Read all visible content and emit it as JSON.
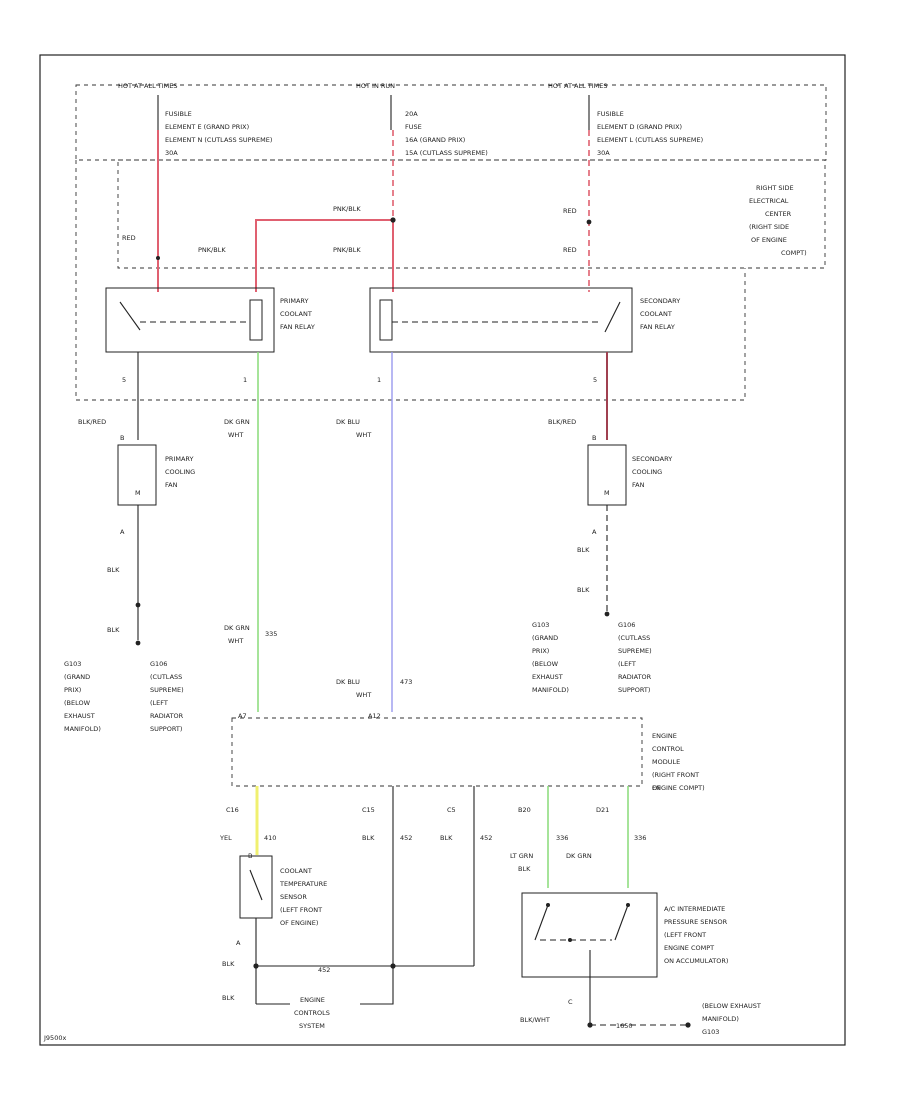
{
  "diagram": {
    "colors": {
      "red": "#e06070",
      "dk_grn": "#90dd80",
      "dk_blu": "#9999ee",
      "yel": "#f0f070",
      "blk_red": "#a04050",
      "blk": "#222222"
    },
    "fuse_block": {
      "hot_left": "HOT AT ALL TIMES",
      "hot_mid": "HOT IN RUN",
      "hot_right": "HOT AT ALL TIMES",
      "fusible_left": [
        "FUSIBLE",
        "ELEMENT E (GRAND PRIX)",
        "ELEMENT N (CUTLASS SUPREME)",
        "30A"
      ],
      "fuse_mid": [
        "20A",
        "FUSE",
        "16A (GRAND PRIX)",
        "15A (CUTLASS SUPREME)"
      ],
      "fusible_right": [
        "FUSIBLE",
        "ELEMENT D (GRAND PRIX)",
        "ELEMENT L (CUTLASS SUPREME)",
        "30A"
      ],
      "center_label": [
        "RIGHT SIDE",
        "ELECTRICAL",
        "CENTER",
        "(RIGHT SIDE",
        "OF ENGINE",
        "COMPT)"
      ]
    },
    "wire_labels": {
      "red_left": "RED",
      "pnk_blk_top": "PNK/BLK",
      "pnk_blk_left": "PNK/BLK",
      "pnk_blk_mid": "PNK/BLK",
      "red_right_top": "RED",
      "red_right_bottom": "RED"
    },
    "relays": {
      "primary": [
        "PRIMARY",
        "COOLANT",
        "FAN RELAY"
      ],
      "secondary": [
        "SECONDARY",
        "COOLANT",
        "FAN RELAY"
      ],
      "pin_primary_left": "5",
      "pin_primary_right": "1",
      "pin_secondary_left": "1",
      "pin_secondary_right": "5"
    },
    "fans": {
      "primary": [
        "PRIMARY",
        "COOLING",
        "FAN"
      ],
      "secondary": [
        "SECONDARY",
        "COOLING",
        "FAN"
      ],
      "primary_wire": "BLK/RED",
      "secondary_wire": "BLK/RED",
      "pin_b": "B",
      "pin_a": "A"
    },
    "wires_mid": {
      "dk_grn_top": [
        "DK GRN",
        "WHT"
      ],
      "dk_blu_top": [
        "DK BLU",
        "WHT"
      ],
      "blk_1": "BLK",
      "blk_2": "BLK",
      "blk_3": "BLK",
      "blk_4": "BLK",
      "dk_grn_bottom": [
        "DK GRN",
        "WHT"
      ],
      "circuit_335": "335",
      "dk_blu_bottom": [
        "DK BLU",
        "WHT"
      ],
      "circuit_473": "473"
    },
    "grounds": {
      "left": [
        "G103",
        "(GRAND",
        "PRIX)",
        "(BELOW",
        "EXHAUST",
        "MANIFOLD)"
      ],
      "left2": [
        "G106",
        "(CUTLASS",
        "SUPREME)",
        "(LEFT",
        "RADIATOR",
        "SUPPORT)"
      ],
      "right": [
        "G103",
        "(GRAND",
        "PRIX)",
        "(BELOW",
        "EXHAUST",
        "MANIFOLD)"
      ],
      "right2": [
        "G106",
        "(CUTLASS",
        "SUPREME)",
        "(LEFT",
        "RADIATOR",
        "SUPPORT)"
      ]
    },
    "ecm": {
      "label": [
        "ENGINE",
        "CONTROL",
        "MODULE",
        "(RIGHT FRONT",
        "OF",
        "ENGINE COMPT)"
      ],
      "pin_a": "A7",
      "pin_b": "A12",
      "pins_bottom": [
        "C16",
        "C15",
        "C5",
        "B20",
        "D21"
      ],
      "circuits": [
        "410",
        "452",
        "452",
        "336",
        "336"
      ]
    },
    "sensors": {
      "coolant": [
        "COOLANT",
        "TEMPERATURE",
        "SENSOR",
        "(LEFT FRONT",
        "OF ENGINE)"
      ],
      "coolant_pin_b": "B",
      "coolant_pin_a": "A",
      "ac": [
        "A/C INTERMEDIATE",
        "PRESSURE SENSOR",
        "(LEFT FRONT",
        "ENGINE COMPT",
        "ON ACCUMULATOR)"
      ],
      "ac_pin_c": "C"
    },
    "bottom": {
      "yel": "YEL",
      "blk_a": "BLK",
      "blk_b": "BLK",
      "blk_c": "BLK",
      "lt_grn": [
        "LT GRN",
        "BLK"
      ],
      "dk_grn": "DK GRN",
      "bus": "452",
      "engine_controls": [
        "ENGINE",
        "CONTROLS",
        "SYSTEM"
      ],
      "blk_wht": "BLK/WHT",
      "ground_circuit": "1650",
      "ground_right": [
        "(BELOW EXHAUST",
        "MANIFOLD)",
        "G103"
      ]
    },
    "figure_id": "J9500x"
  }
}
